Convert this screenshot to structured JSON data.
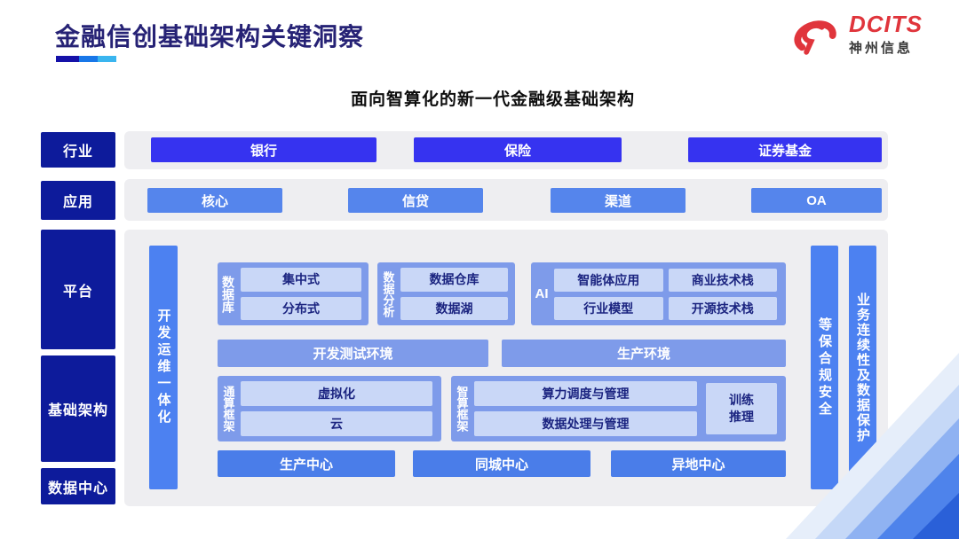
{
  "header": {
    "title": "金融信创基础架构关键洞察",
    "subtitle": "面向智算化的新一代金融级基础架构",
    "logo": {
      "brand": "DCITS",
      "company": "神州信息"
    }
  },
  "sidebar": {
    "items": [
      {
        "label": "行业"
      },
      {
        "label": "应用"
      },
      {
        "label": "平台"
      },
      {
        "label": "基础架构"
      },
      {
        "label": "数据中心"
      }
    ]
  },
  "industry_row": {
    "items": [
      "银行",
      "保险",
      "证券基金"
    ]
  },
  "application_row": {
    "items": [
      "核心",
      "信贷",
      "渠道",
      "OA"
    ]
  },
  "platform": {
    "devops_bar": "开发运维一体化",
    "groups": [
      {
        "label": "数据库",
        "items": [
          "集中式",
          "分布式"
        ]
      },
      {
        "label": "数据分析",
        "items": [
          "数据仓库",
          "数据湖"
        ]
      },
      {
        "label": "AI",
        "items": [
          "智能体应用",
          "商业技术栈",
          "行业模型",
          "开源技术栈"
        ]
      }
    ],
    "environments": [
      "开发测试环境",
      "生产环境"
    ]
  },
  "infrastructure": {
    "groups": [
      {
        "label": "通算框架",
        "items": [
          "虚拟化",
          "云"
        ]
      },
      {
        "label": "智算框架",
        "items": [
          "算力调度与管理",
          "数据处理与管理"
        ],
        "side_item": "训练推理"
      }
    ]
  },
  "datacenter_row": {
    "items": [
      "生产中心",
      "同城中心",
      "异地中心"
    ]
  },
  "right_bars": [
    "等保合规安全",
    "业务连续性及数据保护"
  ],
  "colors": {
    "title_navy": "#262275",
    "sidebar_navy": "#0D1B9B",
    "industry_blue": "#3633F0",
    "application_blue": "#5585EC",
    "pillar_blue": "#4C81F1",
    "group_blue": "#7E9BEA",
    "chip_light_blue": "#C9D7F7",
    "chip_text_navy": "#1B2480",
    "datacenter_blue": "#4A7DE9",
    "tray_gray": "#EEEEF1",
    "logo_red": "#E0353C"
  }
}
